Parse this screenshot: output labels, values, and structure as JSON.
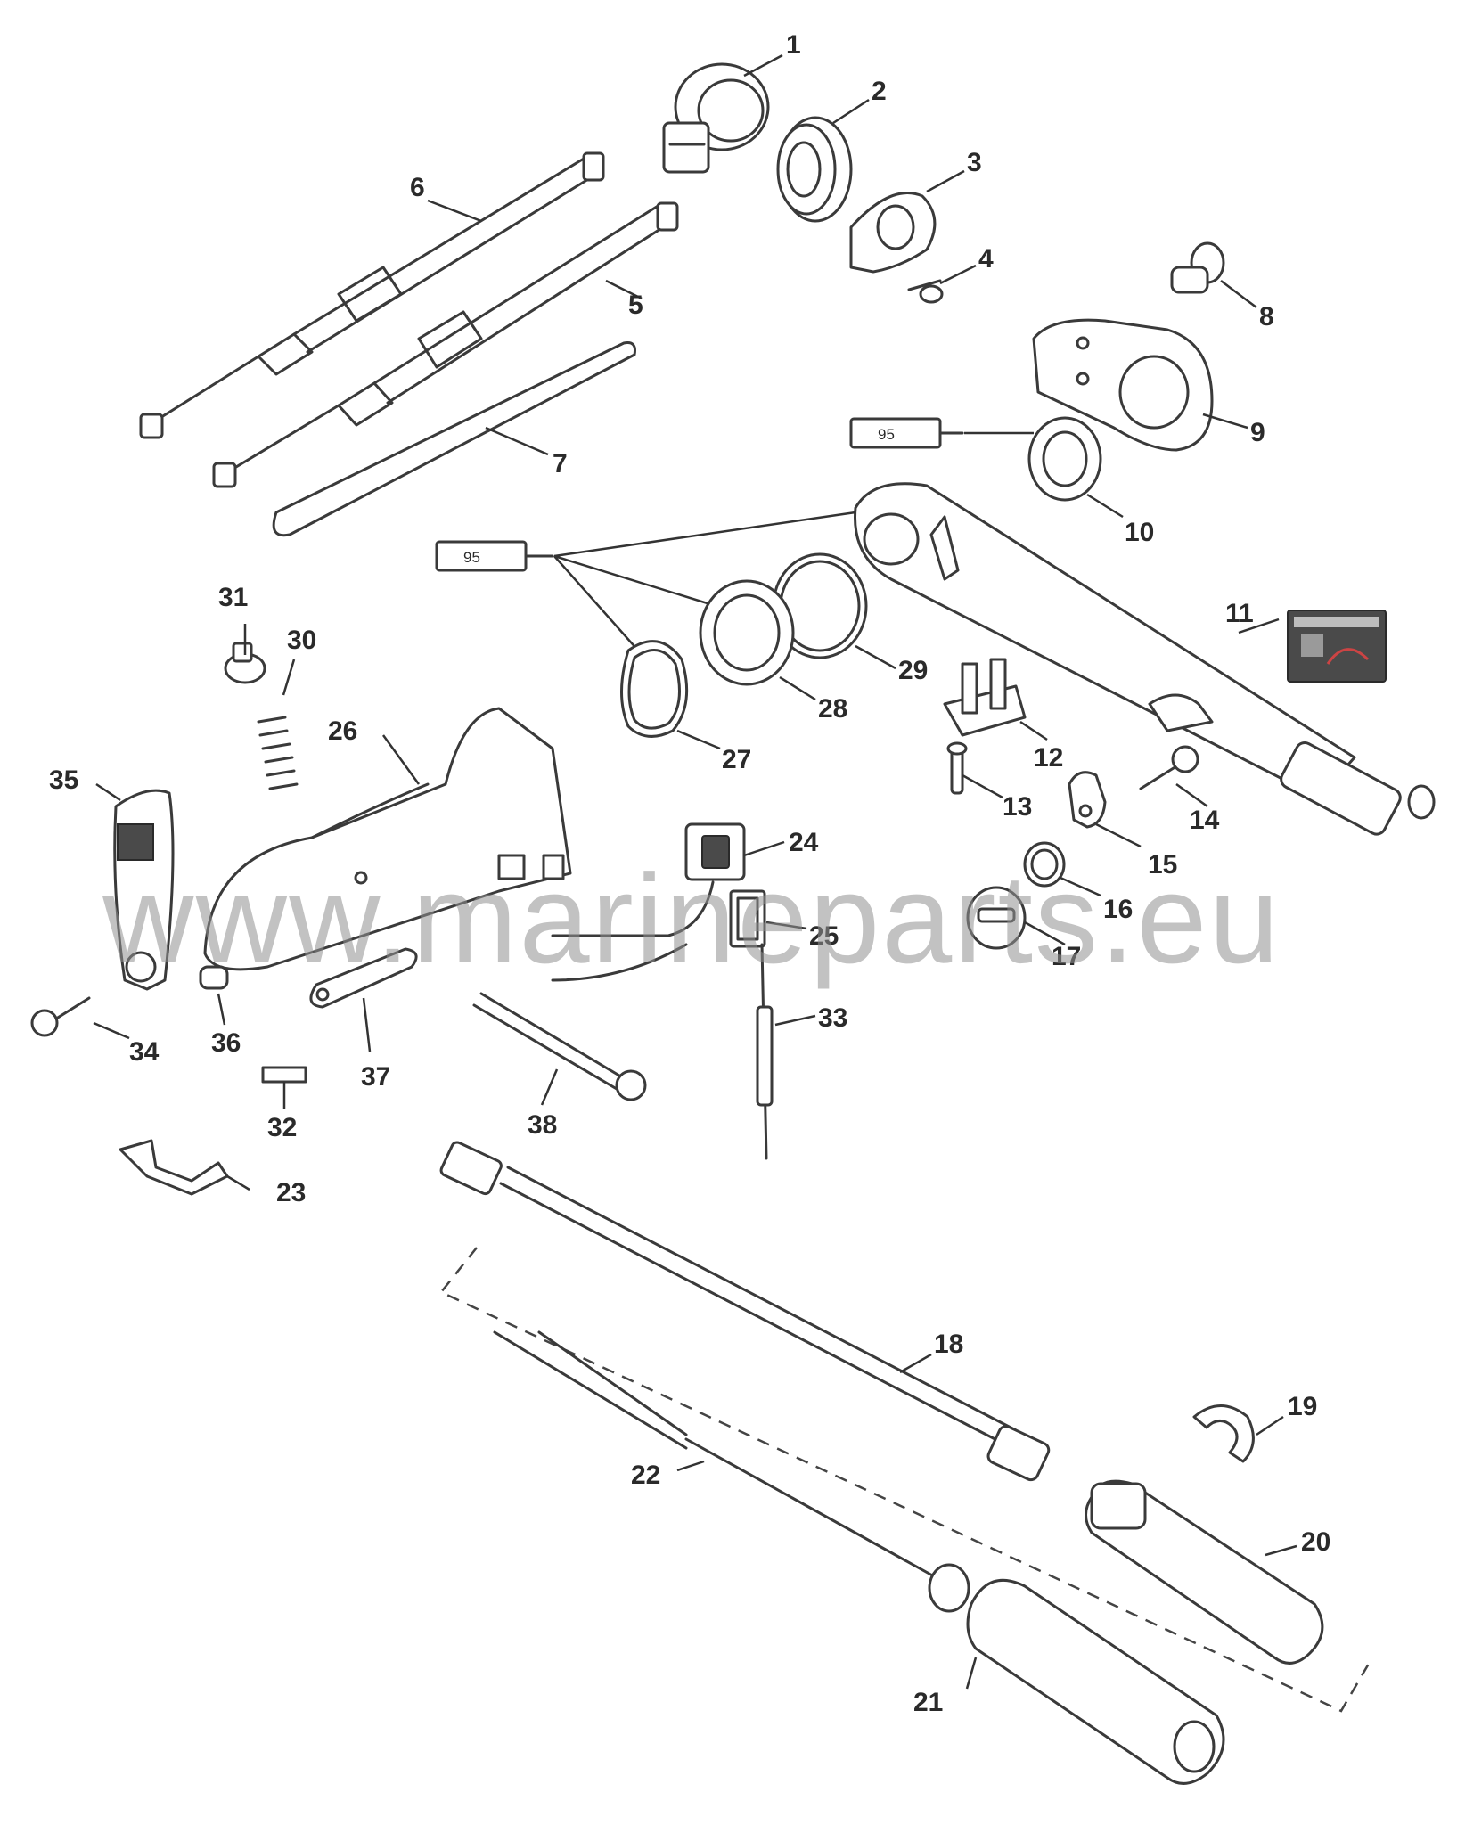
{
  "watermark": "www.marineparts.eu",
  "tube_labels": [
    "95",
    "95"
  ],
  "callouts": {
    "c1": "1",
    "c2": "2",
    "c3": "3",
    "c4": "4",
    "c5": "5",
    "c6": "6",
    "c7": "7",
    "c8": "8",
    "c9": "9",
    "c10": "10",
    "c11": "11",
    "c12": "12",
    "c13": "13",
    "c14": "14",
    "c15": "15",
    "c16": "16",
    "c17": "17",
    "c18": "18",
    "c19": "19",
    "c20": "20",
    "c21": "21",
    "c22": "22",
    "c23": "23",
    "c24": "24",
    "c25": "25",
    "c26": "26",
    "c27": "27",
    "c28": "28",
    "c29": "29",
    "c30": "30",
    "c31": "31",
    "c32": "32",
    "c33": "33",
    "c34": "34",
    "c35": "35",
    "c36": "36",
    "c37": "37",
    "c38": "38"
  },
  "icons": {
    "tube": "grease-tube-icon",
    "decal": "service-decal-icon"
  },
  "colors": {
    "line": "#3a3a3a",
    "watermark": "#8f8f8f",
    "background": "#ffffff"
  }
}
